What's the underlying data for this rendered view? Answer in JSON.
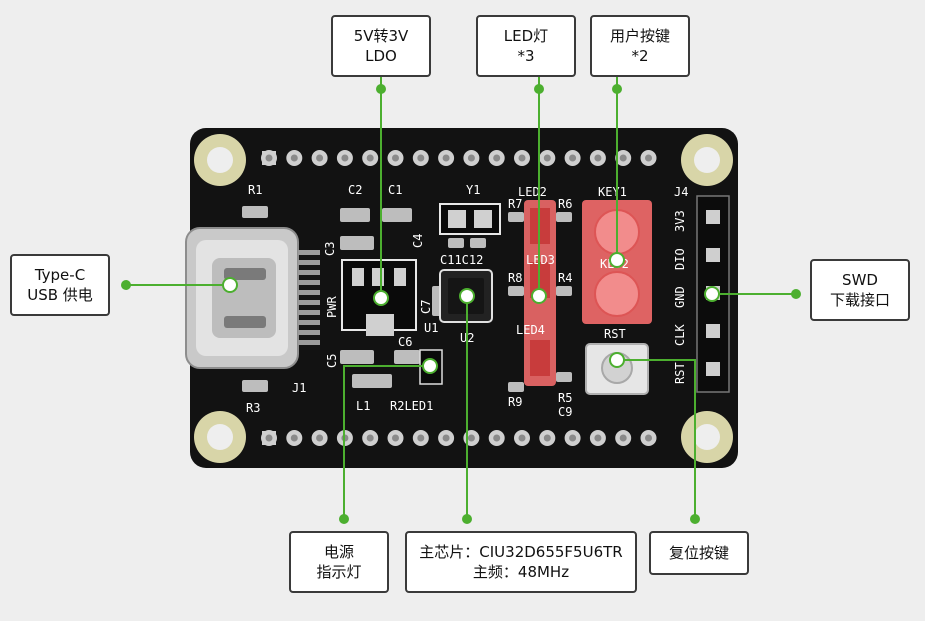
{
  "colors": {
    "background": "#eeeeee",
    "board": "#121212",
    "pad": "#d8d5a8",
    "highlight": "#f06a6a",
    "leader": "#4caf2f"
  },
  "callouts": {
    "ldo": {
      "line1": "5V转3V",
      "line2": "LDO"
    },
    "led": {
      "line1": "LED灯",
      "line2": "*3"
    },
    "key": {
      "line1": "用户按键",
      "line2": "*2"
    },
    "typec": {
      "line1": "Type-C",
      "line2": "USB 供电"
    },
    "swd": {
      "line1": "SWD",
      "line2": "下载接口"
    },
    "power_led": {
      "line1": "电源",
      "line2": "指示灯"
    },
    "mcu": {
      "line1": "主芯片：CIU32D655F5U6TR",
      "line2": "主频：48MHz"
    },
    "reset": {
      "line1": "复位按键"
    }
  },
  "silkscreen": {
    "r1": "R1",
    "r2led1": "R2LED1",
    "r3": "R3",
    "r4": "R4",
    "r5": "R5",
    "r6": "R6",
    "r7": "R7",
    "r8": "R8",
    "r9": "R9",
    "c1": "C1",
    "c2": "C2",
    "c3": "C3",
    "c4": "C4",
    "c5": "C5",
    "c6": "C6",
    "c7": "C7",
    "c9": "C9",
    "c11c12": "C11C12",
    "y1": "Y1",
    "u1": "U1",
    "u2": "U2",
    "l1": "L1",
    "j1": "J1",
    "j4": "J4",
    "pwr": "PWR",
    "led2": "LED2",
    "led3": "LED3",
    "led4": "LED4",
    "key1": "KEY1",
    "key2": "KEY2",
    "rst": "RST",
    "pin_3v3": "3V3",
    "pin_dio": "DIO",
    "pin_gnd": "GND",
    "pin_clk": "CLK",
    "pin_rst": "RST"
  }
}
